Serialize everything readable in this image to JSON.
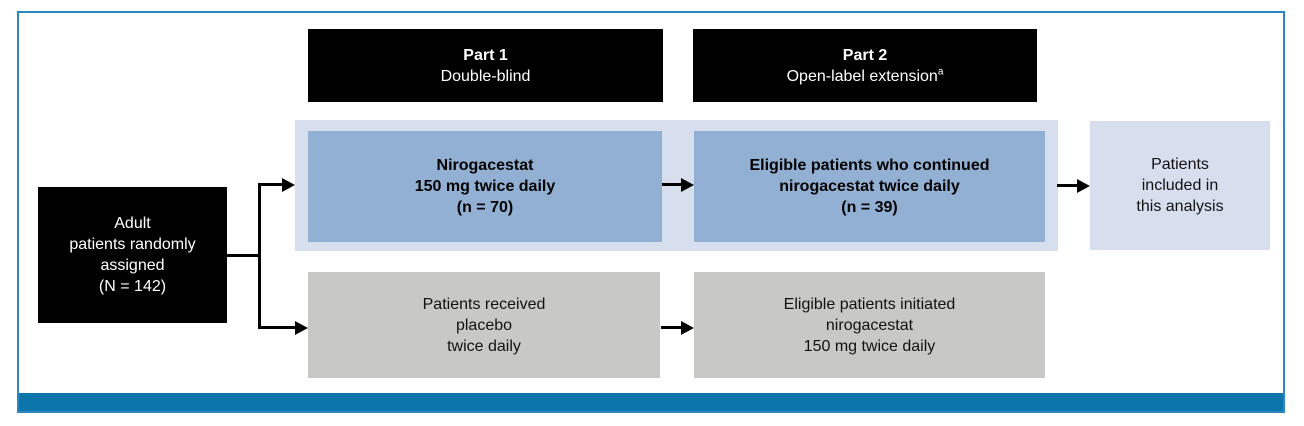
{
  "colors": {
    "frame-border": "#2e86c0",
    "footer-bar": "#0c75ab",
    "black-box": "#000000",
    "black-box-text": "#ffffff",
    "blue-box": "#92b0d3",
    "light-blue": "#d7dfee",
    "gray-box": "#c8c8c6",
    "arrow": "#000000",
    "text": "#111111"
  },
  "headers": {
    "part1": {
      "title": "Part 1",
      "subtitle": "Double-blind"
    },
    "part2": {
      "title": "Part 2",
      "subtitle": "Open-label extension",
      "superscript": "a"
    }
  },
  "nodes": {
    "randomized": {
      "text": "Adult\npatients randomly\nassigned\n(N = 142)"
    },
    "part1_nirogacestat": {
      "text": "Nirogacestat\n150 mg twice daily\n(n = 70)"
    },
    "part2_continued": {
      "text": "Eligible patients who continued\nnirogacestat twice daily\n(n = 39)"
    },
    "analysis": {
      "text": "Patients\nincluded in\nthis analysis"
    },
    "part1_placebo": {
      "text": "Patients received\nplacebo\ntwice daily"
    },
    "part2_initiated": {
      "text": "Eligible patients initiated\nnirogacestat\n150 mg twice daily"
    }
  }
}
